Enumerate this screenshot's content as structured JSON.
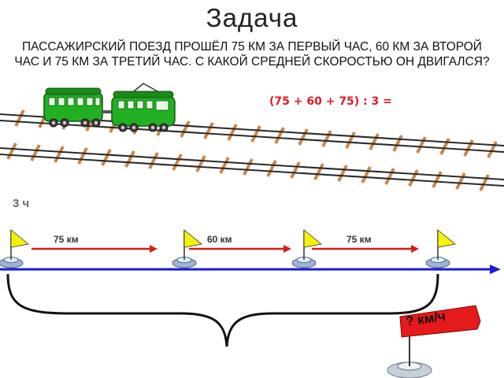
{
  "title": "Задача",
  "problem": "Пассажирский поезд прошёл 75 км за первый час, 60 км за второй час и 75 км за третий час. С какой средней скоростью он двигался?",
  "formula": "(75 + 60 + 75) : 3 =",
  "total_time": "3 ч",
  "segments": [
    "75 км",
    "60 км",
    "75 км"
  ],
  "answer_flag": "? км/ч",
  "colors": {
    "formula": "#e0192b",
    "timeline": "#1a1adb",
    "segment_arrows": "#d21b1b",
    "train": "#22b022",
    "flag_yellow": "#f5f20a",
    "answer_flag": "#e51a1a"
  },
  "icons": [
    "train-icon",
    "railway-track-icon",
    "flag-icon",
    "brace-icon"
  ]
}
